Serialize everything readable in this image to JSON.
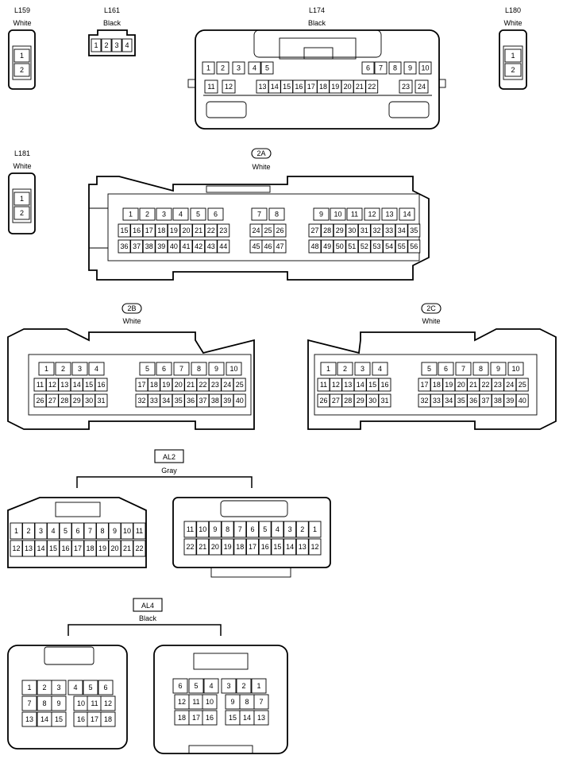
{
  "connectors": {
    "L159": {
      "code": "L159",
      "color": "White",
      "pins": [
        "1",
        "2"
      ]
    },
    "L161": {
      "code": "L161",
      "color": "Black",
      "pins": [
        "1",
        "2",
        "3",
        "4"
      ]
    },
    "L174": {
      "code": "L174",
      "color": "Black",
      "row1": [
        "1",
        "2",
        "3",
        "4",
        "5",
        "6",
        "7",
        "8",
        "9",
        "10"
      ],
      "row2": [
        "11",
        "12",
        "13",
        "14",
        "15",
        "16",
        "17",
        "18",
        "19",
        "20",
        "21",
        "22",
        "23",
        "24"
      ]
    },
    "L180": {
      "code": "L180",
      "color": "White",
      "pins": [
        "1",
        "2"
      ]
    },
    "L181": {
      "code": "L181",
      "color": "White",
      "pins": [
        "1",
        "2"
      ]
    },
    "C2A": {
      "code": "2A",
      "color": "White",
      "row1": [
        "1",
        "2",
        "3",
        "4",
        "5",
        "6",
        "7",
        "8",
        "9",
        "10",
        "11",
        "12",
        "13",
        "14"
      ],
      "row2": [
        "15",
        "16",
        "17",
        "18",
        "19",
        "20",
        "21",
        "22",
        "23",
        "24",
        "25",
        "26",
        "27",
        "28",
        "29",
        "30",
        "31",
        "32",
        "33",
        "34",
        "35"
      ],
      "row3": [
        "36",
        "37",
        "38",
        "39",
        "40",
        "41",
        "42",
        "43",
        "44",
        "45",
        "46",
        "47",
        "48",
        "49",
        "50",
        "51",
        "52",
        "53",
        "54",
        "55",
        "56"
      ]
    },
    "C2B": {
      "code": "2B",
      "color": "White",
      "row1": [
        "1",
        "2",
        "3",
        "4",
        "5",
        "6",
        "7",
        "8",
        "9",
        "10"
      ],
      "row2": [
        "11",
        "12",
        "13",
        "14",
        "15",
        "16",
        "17",
        "18",
        "19",
        "20",
        "21",
        "22",
        "23",
        "24",
        "25"
      ],
      "row3": [
        "26",
        "27",
        "28",
        "29",
        "30",
        "31",
        "32",
        "33",
        "34",
        "35",
        "36",
        "37",
        "38",
        "39",
        "40"
      ]
    },
    "C2C": {
      "code": "2C",
      "color": "White",
      "row1": [
        "1",
        "2",
        "3",
        "4",
        "5",
        "6",
        "7",
        "8",
        "9",
        "10"
      ],
      "row2": [
        "11",
        "12",
        "13",
        "14",
        "15",
        "16",
        "17",
        "18",
        "19",
        "20",
        "21",
        "22",
        "23",
        "24",
        "25"
      ],
      "row3": [
        "26",
        "27",
        "28",
        "29",
        "30",
        "31",
        "32",
        "33",
        "34",
        "35",
        "36",
        "37",
        "38",
        "39",
        "40"
      ]
    },
    "AL2": {
      "code": "AL2",
      "color": "Gray",
      "left_row1": [
        "1",
        "2",
        "3",
        "4",
        "5",
        "6",
        "7",
        "8",
        "9",
        "10",
        "11"
      ],
      "left_row2": [
        "12",
        "13",
        "14",
        "15",
        "16",
        "17",
        "18",
        "19",
        "20",
        "21",
        "22"
      ],
      "right_row1": [
        "11",
        "10",
        "9",
        "8",
        "7",
        "6",
        "5",
        "4",
        "3",
        "2",
        "1"
      ],
      "right_row2": [
        "22",
        "21",
        "20",
        "19",
        "18",
        "17",
        "16",
        "15",
        "14",
        "13",
        "12"
      ]
    },
    "AL4": {
      "code": "AL4",
      "color": "Black",
      "left_row1": [
        "1",
        "2",
        "3",
        "4",
        "5",
        "6"
      ],
      "left_row2": [
        "7",
        "8",
        "9",
        "10",
        "11",
        "12"
      ],
      "left_row3": [
        "13",
        "14",
        "15",
        "16",
        "17",
        "18"
      ],
      "right_row1": [
        "6",
        "5",
        "4",
        "3",
        "2",
        "1"
      ],
      "right_row2": [
        "12",
        "11",
        "10",
        "9",
        "8",
        "7"
      ],
      "right_row3": [
        "18",
        "17",
        "16",
        "15",
        "14",
        "13"
      ]
    }
  }
}
